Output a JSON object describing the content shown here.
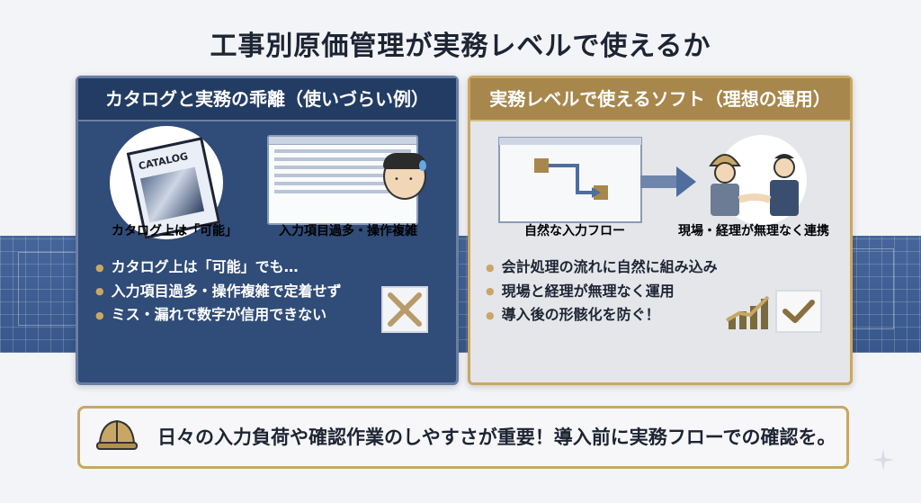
{
  "title": "工事別原価管理が実務レベルで使えるか",
  "left_panel": {
    "heading": "カタログと実務の乖離（使いづらい例）",
    "catalog_label": "CATALOG",
    "badge_catalog": "カタログ上は「可能」",
    "badge_input": "入力項目過多・操作複雑",
    "bullets": [
      "カタログ上は「可能」でも…",
      "入力項目過多・操作複雑で定着せず",
      "ミス・漏れで数字が信用できない"
    ]
  },
  "right_panel": {
    "heading": "実務レベルで使えるソフト（理想の運用）",
    "badge_flow": "自然な入力フロー",
    "badge_team": "現場・経理が無理なく連携",
    "bullets": [
      "会計処理の流れに自然に組み込み",
      "現場と経理が無理なく運用",
      "導入後の形骸化を防ぐ！"
    ]
  },
  "bottom_message": "日々の入力負荷や確認作業のしやすさが重要！導入前に実務フローでの確認を。",
  "icons": {
    "catalog": "catalog-book-icon",
    "screen": "form-screen-icon",
    "worried_person": "worried-person-icon",
    "x_mark": "x-mark-icon",
    "flow": "input-flow-icon",
    "handshake": "handshake-icon",
    "growth": "growth-chart-icon",
    "check": "check-icon",
    "helmet": "helmet-icon",
    "sparkle": "sparkle-icon"
  },
  "colors": {
    "navy": "#304c78",
    "gold": "#c8a766",
    "light_panel": "#e4e6ea"
  }
}
